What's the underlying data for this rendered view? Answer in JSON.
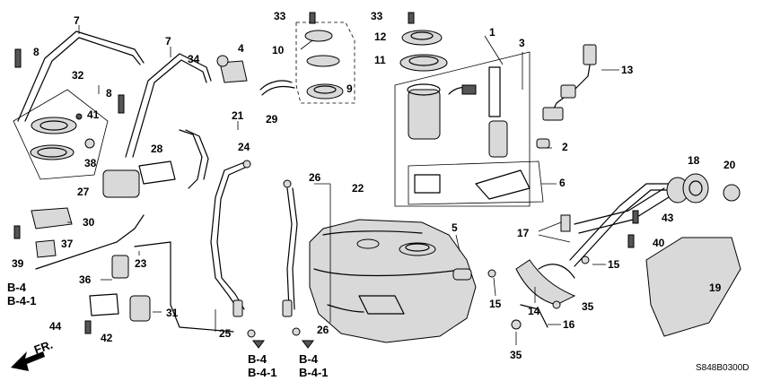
{
  "diagram": {
    "drawing_code": "S848B0300D",
    "front_arrow_label": "FR.",
    "callouts": [
      "1",
      "2",
      "3",
      "4",
      "5",
      "6",
      "7",
      "7",
      "8",
      "8",
      "9",
      "10",
      "11",
      "12",
      "13",
      "14",
      "15",
      "15",
      "16",
      "17",
      "18",
      "19",
      "20",
      "21",
      "22",
      "23",
      "24",
      "25",
      "26",
      "26",
      "27",
      "28",
      "29",
      "30",
      "31",
      "32",
      "33",
      "33",
      "34",
      "35",
      "35",
      "36",
      "37",
      "38",
      "39",
      "40",
      "41",
      "42",
      "43",
      "44"
    ],
    "references": [
      {
        "line1": "B-4",
        "line2": "B-4-1"
      },
      {
        "line1": "B-4",
        "line2": "B-4-1"
      },
      {
        "line1": "B-4",
        "line2": "B-4-1"
      }
    ]
  }
}
